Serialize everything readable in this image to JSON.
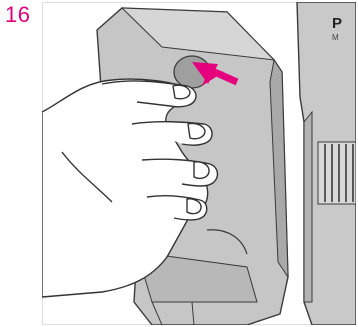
{
  "step": {
    "number": "16"
  },
  "device": {
    "label_main": "P",
    "label_sub": "M"
  },
  "colors": {
    "accent": "#e5007e",
    "device_fill": "#c6c6c6",
    "device_dark": "#a8a8a8",
    "outline": "#3a3a3a",
    "frame_border": "#e0e0e0"
  },
  "icons": {
    "arrow": "push-arrow-icon",
    "hand": "hand-illustration"
  }
}
